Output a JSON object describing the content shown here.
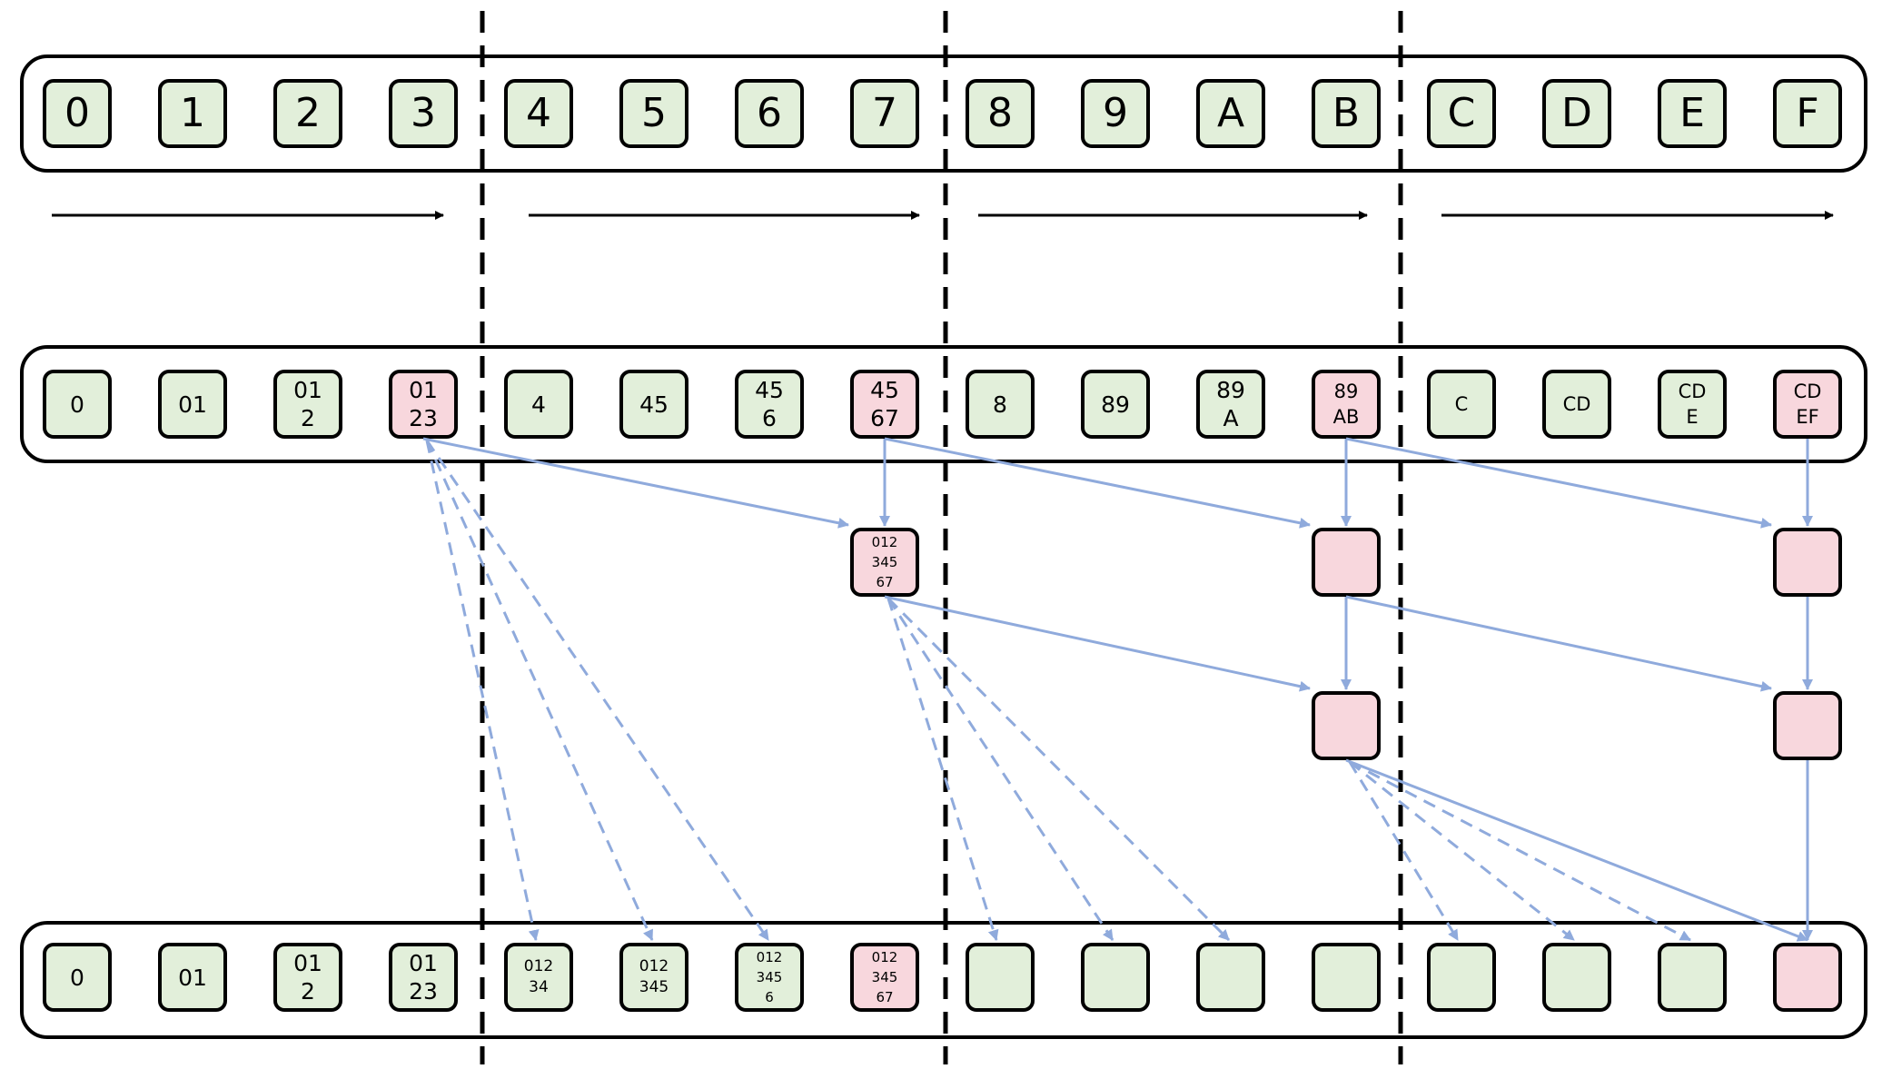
{
  "colors": {
    "cell_green": "#e2efda",
    "cell_pink": "#f8d7dd",
    "arrow_blue": "#8faadc",
    "border": "#000000"
  },
  "rows": {
    "input": [
      "0",
      "1",
      "2",
      "3",
      "4",
      "5",
      "6",
      "7",
      "8",
      "9",
      "A",
      "B",
      "C",
      "D",
      "E",
      "F"
    ],
    "local_scan": [
      "0",
      "01",
      "01\n2",
      "01\n23",
      "4",
      "45",
      "45\n6",
      "45\n67",
      "8",
      "89",
      "89\nA",
      "89\nAB",
      "C",
      "CD",
      "CD\nE",
      "CD\nEF"
    ],
    "output": [
      "0",
      "01",
      "01\n2",
      "01\n23",
      "012\n34",
      "012\n345",
      "012\n345\n6",
      "012\n345\n67",
      "",
      "",
      "",
      "",
      "",
      "",
      "",
      ""
    ]
  },
  "propagation": {
    "block1_carry": "012\n345\n67",
    "block2_carry_a": "",
    "block2_carry_b": "",
    "block3_carry_a": "",
    "block3_carry_b": ""
  }
}
